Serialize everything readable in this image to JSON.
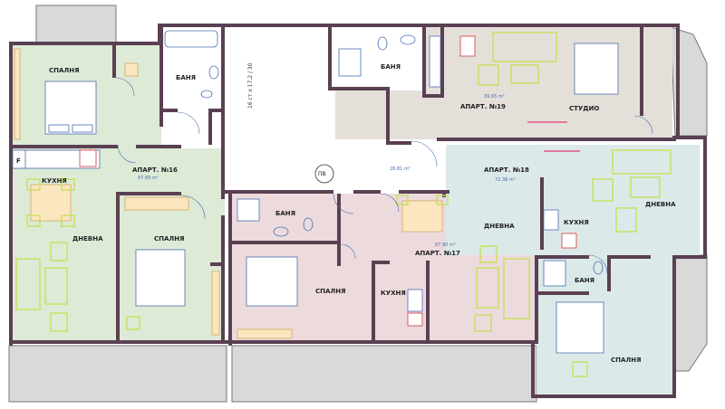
{
  "apartments": [
    {
      "id": "16",
      "label": "АПАРТ. №16",
      "area": "87.89 m²"
    },
    {
      "id": "17",
      "label": "АПАРТ. №17",
      "area": "87.80 m²"
    },
    {
      "id": "18",
      "label": "АПАРТ. №18",
      "area": "72.38 m²"
    },
    {
      "id": "19",
      "label": "АПАРТ. №19",
      "area": "39.65 m²"
    }
  ],
  "rooms": {
    "a16_bedroom_top": "СПАЛНЯ",
    "a16_bath": "БАНЯ",
    "a16_kitchen": "КУХНЯ",
    "a16_living": "ДНЕВНА",
    "a16_bedroom_bottom": "СПАЛНЯ",
    "a17_bath": "БАНЯ",
    "a17_bedroom": "СПАЛНЯ",
    "a17_kitchen": "КУХНЯ",
    "a17_living": "ДНЕВНА",
    "a18_kitchen": "КУХНЯ",
    "a18_living": "ДНЕВНА",
    "a18_bath": "БАНЯ",
    "a18_bedroom": "СПАЛНЯ",
    "a19_bath": "БАНЯ",
    "a19_studio": "СТУДИО"
  },
  "corridor": {
    "stair_label": "16 ст х 17.2 / 30",
    "lift_label": "ПВ",
    "area": "28.81 m²"
  },
  "colors": {
    "wall": "#5a4052",
    "apt16": "#dcead6",
    "apt17": "#ecdadd",
    "apt18": "#dbe9e9",
    "apt19": "#e4e0d9",
    "balcony": "#d9d9d9"
  },
  "fridge_label": "F"
}
